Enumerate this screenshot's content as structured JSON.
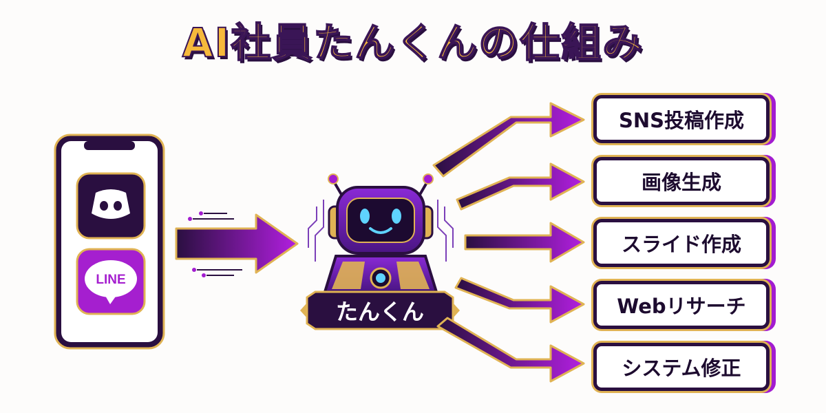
{
  "title": "AI社員たんくんの仕組み",
  "input_apps": [
    "discord-icon",
    "LINE"
  ],
  "robot_name": "たんくん",
  "tasks": [
    "SNS投稿作成",
    "画像生成",
    "スライド作成",
    "Webリサーチ",
    "システム修正"
  ],
  "colors": {
    "purple": "#a21cd0",
    "dark_navy": "#2a0f40",
    "gold": "#e0b354",
    "title_fill": "#f6b93b"
  }
}
